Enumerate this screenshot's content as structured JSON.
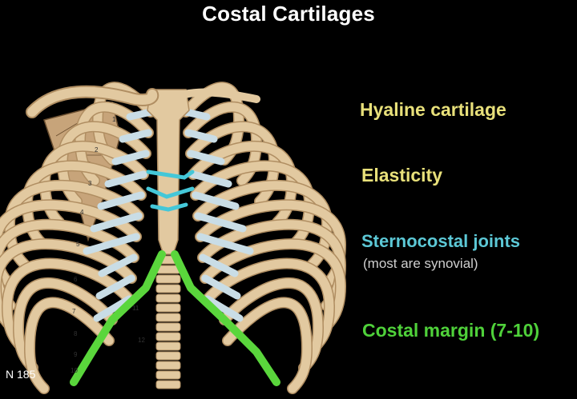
{
  "title": "Costal Cartilages",
  "labels": {
    "hyaline": "Hyaline cartilage",
    "elasticity": "Elasticity",
    "sternocostal": "Sternocostal joints",
    "sternocostal_note": "(most are synovial)",
    "costal_margin": "Costal margin (7-10)"
  },
  "figure_ref": "N 185",
  "rib_numbers": [
    "1",
    "2",
    "3",
    "4",
    "5",
    "6",
    "7",
    "8",
    "9",
    "10",
    "11",
    "12"
  ],
  "colors": {
    "background": "#000000",
    "title": "#ffffff",
    "hyaline": "#e8e07a",
    "elasticity": "#e8e07a",
    "sternocostal": "#5cc8d6",
    "sternocostal_note": "#cfcfcf",
    "costal_margin": "#4fd13a",
    "bone": "#e2c9a0",
    "bone_shadow": "#b08e62",
    "cartilage": "#c9dde6",
    "joint": "#44c7d8",
    "margin": "#5ad63c",
    "scapula": "#c7a47a"
  }
}
